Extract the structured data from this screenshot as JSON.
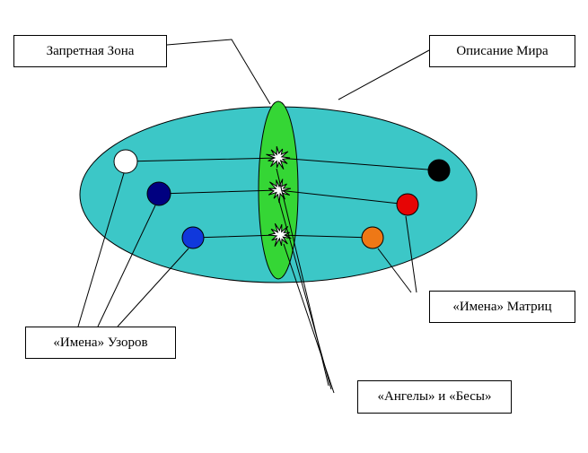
{
  "diagram": {
    "type": "labeled-ellipse-diagram",
    "labels": {
      "forbidden_zone": "Запретная Зона",
      "world_description": "Описание Мира",
      "matrix_names": "«Имена» Матриц",
      "pattern_names": "«Имена» Узоров",
      "angels_and_demons": "«Ангелы» и «Бесы»"
    },
    "colors": {
      "world_fill": "#3CC7C7",
      "zone_fill": "#35D635",
      "node_white": "#FFFFFF",
      "node_navy": "#000080",
      "node_blue": "#1038DC",
      "node_black": "#000000",
      "node_red": "#E60505",
      "node_orange": "#EE7816",
      "burst_fill": "#FFFFFF",
      "line_color": "#000000",
      "callout_bg": "#FFFFFF"
    },
    "nodes": {
      "pattern_nodes": [
        "white",
        "navy",
        "blue"
      ],
      "matrix_nodes": [
        "black",
        "red",
        "orange"
      ],
      "burst_count": 3
    }
  }
}
